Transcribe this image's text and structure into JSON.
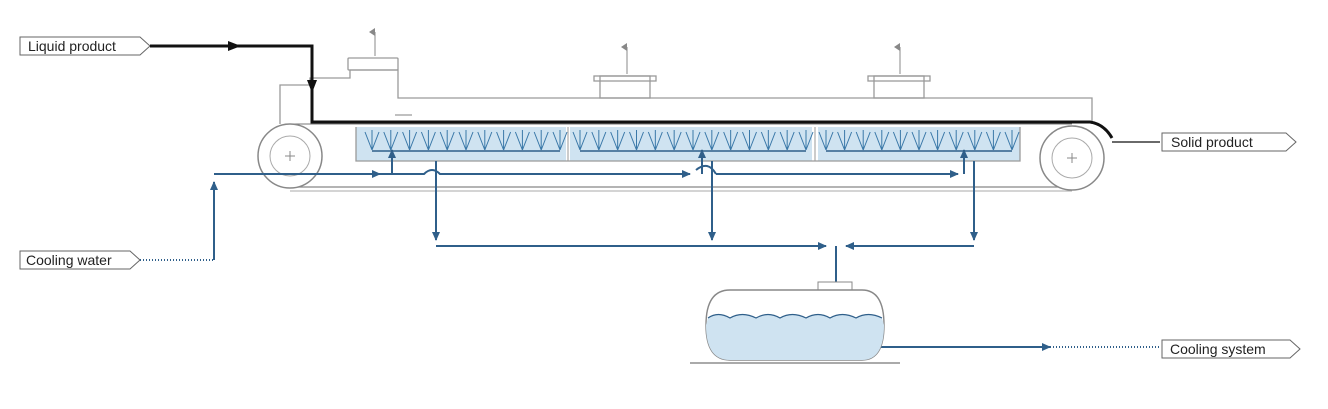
{
  "labels": {
    "liquid_product": "Liquid product",
    "solid_product": "Solid product",
    "cooling_water": "Cooling water",
    "cooling_system": "Cooling system"
  },
  "colors": {
    "water": "#2f5f8a",
    "water_fill": "#cfe3f1",
    "product": "#111111",
    "outline": "#9a9a9a"
  },
  "icons": {
    "vent": "vent-arrow-icon",
    "pulley": "pulley-icon",
    "flow": "flow-arrow-icon"
  },
  "spray_zones": 3
}
